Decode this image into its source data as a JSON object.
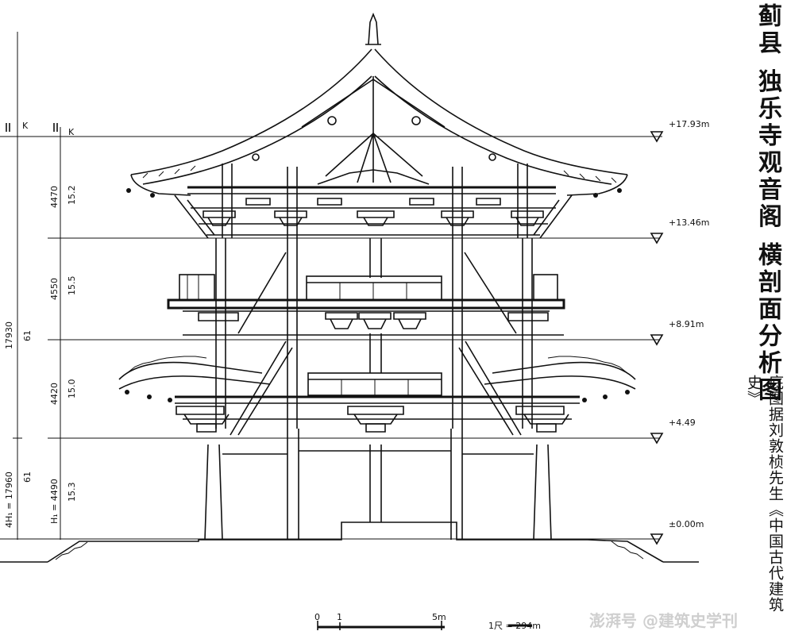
{
  "title": {
    "lines": [
      "蓟县",
      "独乐寺观音阁",
      "横剖面分析图"
    ]
  },
  "source_note": "底图据刘敦桢先生《中国古代建筑史》",
  "elevations": [
    "+17.93m",
    "+13.46m",
    "+8.91m",
    "+4.49",
    "±0.00m"
  ],
  "dimensions": {
    "total": [
      "17930",
      "61"
    ],
    "segments": [
      {
        "mm": "4470",
        "ratio": "15.2"
      },
      {
        "mm": "4550",
        "ratio": "15.5"
      },
      {
        "mm": "4420",
        "ratio": "15.0"
      },
      {
        "mm": "4490",
        "ratio": "15.3"
      }
    ],
    "h1_label": "H₁ = 4490",
    "four_h1_label": "4H₁ = 17960",
    "four_h1_ratio": "61",
    "tick_label": "K"
  },
  "scale_bar": {
    "ticks": [
      "0",
      "1",
      "5m"
    ],
    "unit": "1尺 = 294m"
  },
  "watermark": "澎湃号 @建筑史学刊"
}
